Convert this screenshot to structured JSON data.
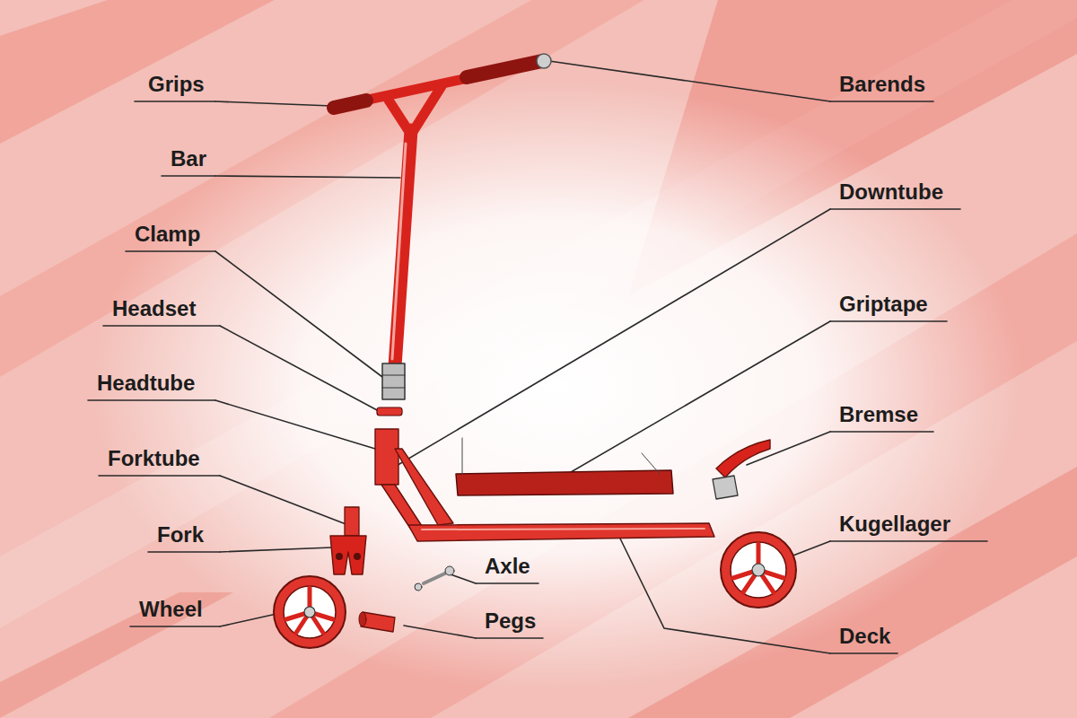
{
  "diagram": {
    "labels": [
      "Grips",
      "Barends",
      "Bar",
      "Downtube",
      "Clamp",
      "Griptape",
      "Headset",
      "Headtube",
      "Bremse",
      "Forktube",
      "Kugellager",
      "Fork",
      "Axle",
      "Wheel",
      "Pegs",
      "Deck"
    ]
  }
}
